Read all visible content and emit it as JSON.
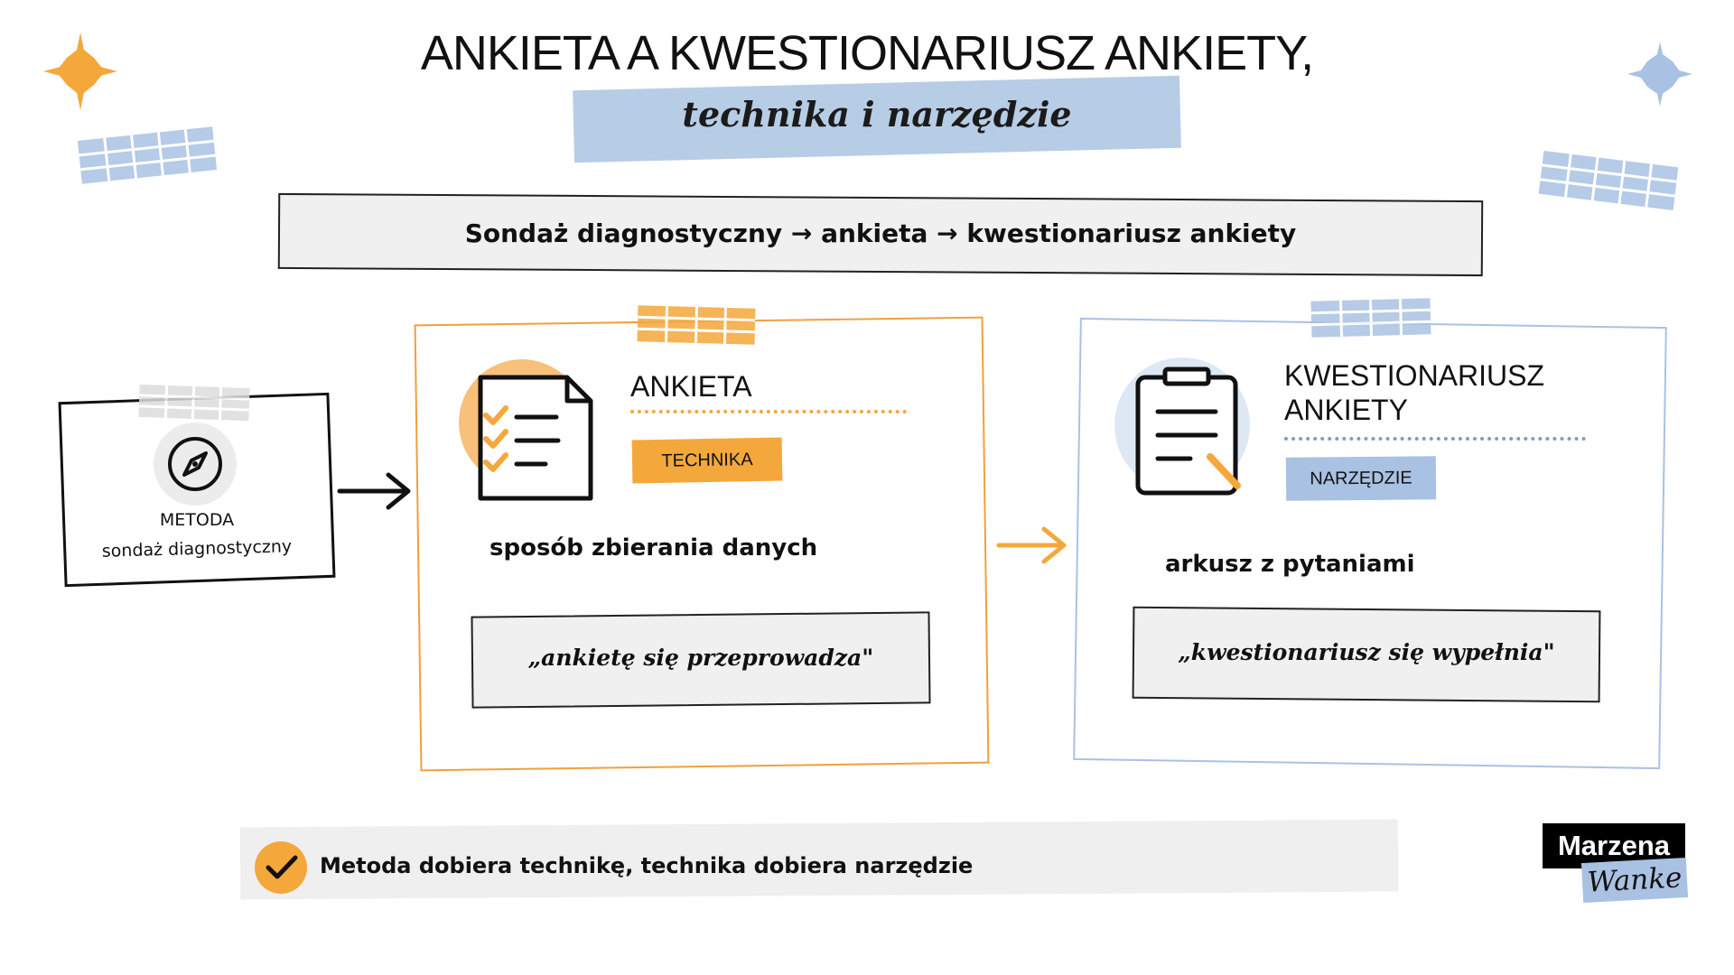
{
  "header": {
    "title": "ANKIETA A KWESTIONARIUSZ ANKIETY,",
    "subtitle": "technika i narzędzie"
  },
  "flow": {
    "text": "Sondaż diagnostyczny → ankieta → kwestionariusz ankiety"
  },
  "metoda": {
    "icon": "compass-icon",
    "label": "METODA",
    "sub": "sondaż diagnostyczny"
  },
  "ankieta": {
    "icon": "document-checklist-icon",
    "heading": "ANKIETA",
    "badge": "TECHNIKA",
    "description": "sposób zbierania danych",
    "quote": "„ankietę się przeprowadza\""
  },
  "kwestionariusz": {
    "icon": "clipboard-icon",
    "heading_line1": "KWESTIONARIUSZ",
    "heading_line2": "ANKIETY",
    "badge": "NARZĘDZIE",
    "description": "arkusz z pytaniami",
    "quote": "„kwestionariusz się wypełnia\""
  },
  "footer": {
    "icon": "checkmark-icon",
    "text": "Metoda dobiera technikę, technika dobiera narzędzie"
  },
  "logo": {
    "line1": "Marzena",
    "line2": "Wanke"
  },
  "colors": {
    "orange": "#f4a83c",
    "blue": "#a9c2e3",
    "grey": "#f0f0f0",
    "dark": "#111111"
  }
}
